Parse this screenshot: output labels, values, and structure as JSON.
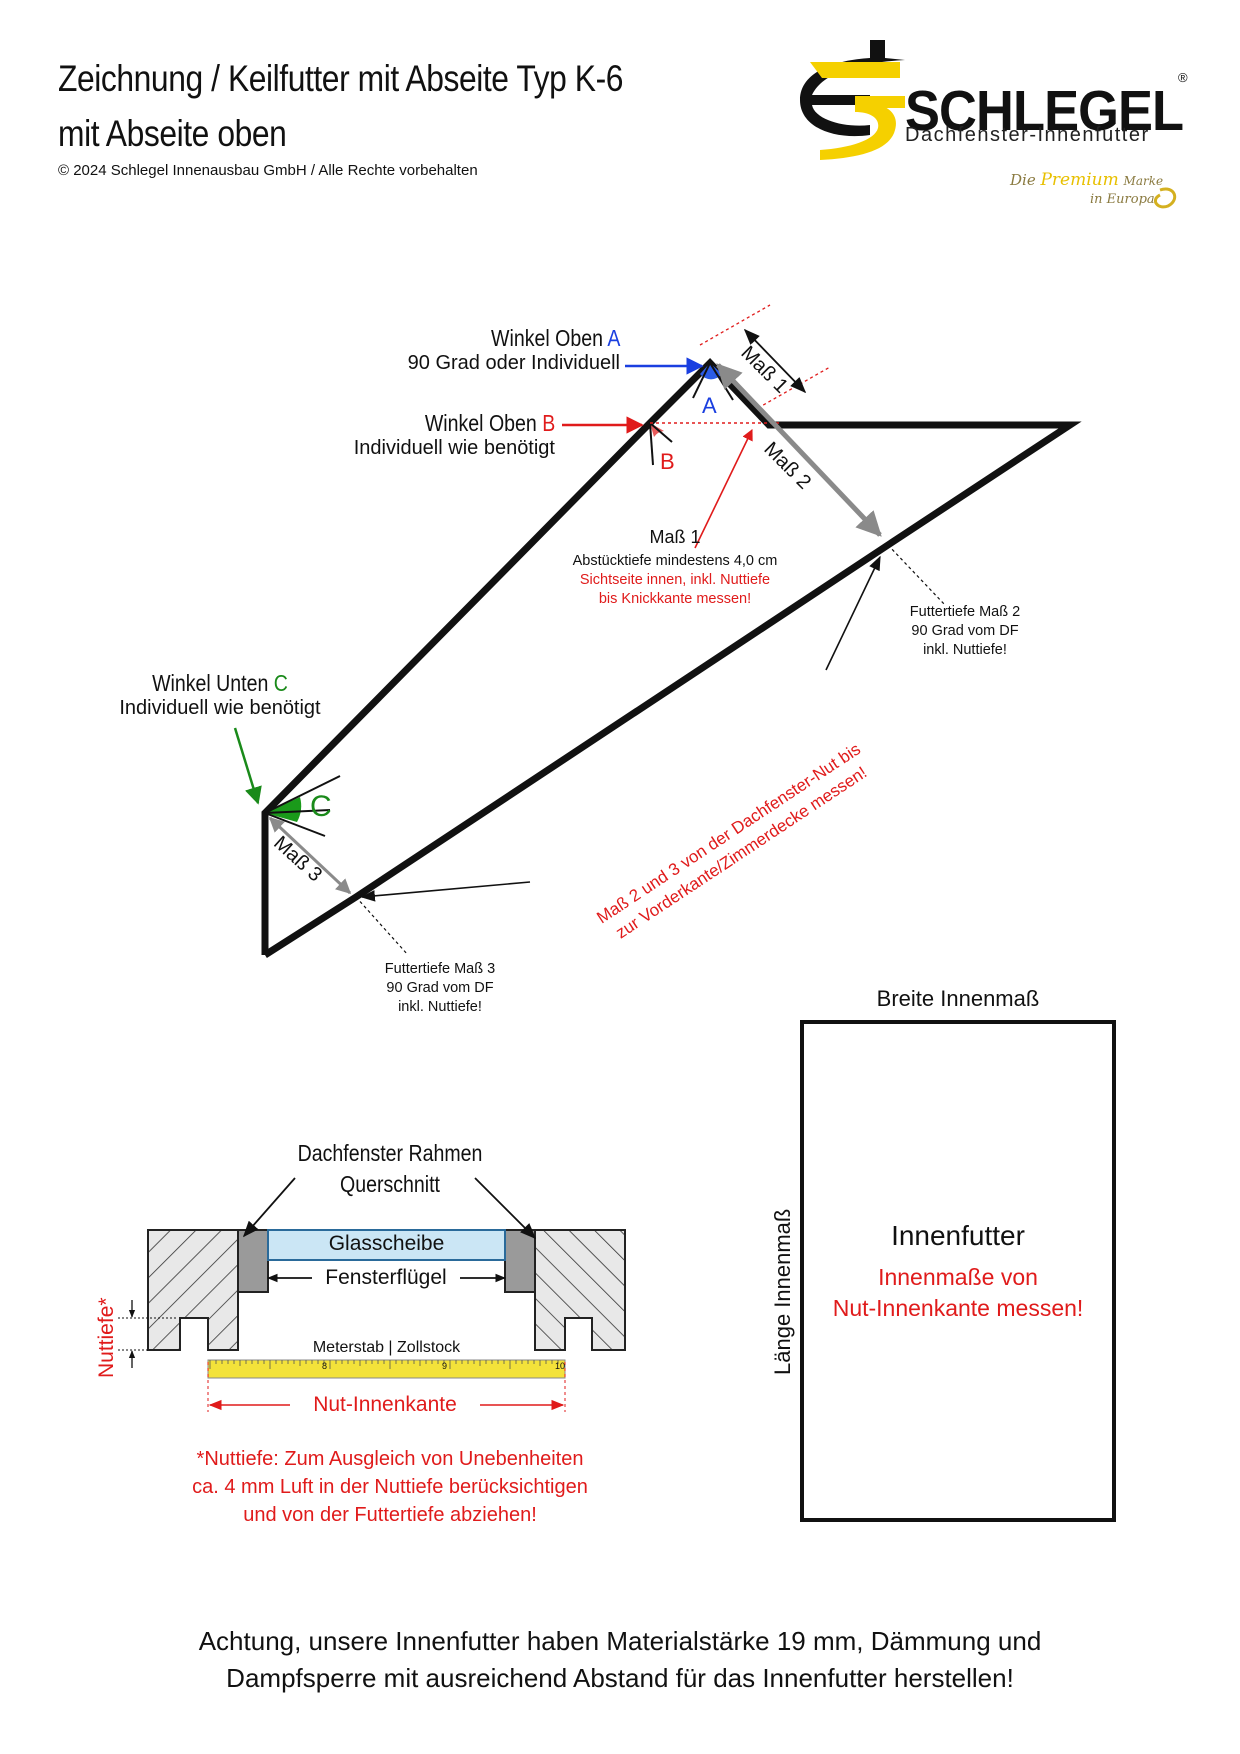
{
  "header": {
    "title_line1": "Zeichnung / Keilfutter mit Abseite Typ K-6",
    "title_line2": "mit Abseite oben",
    "copyright": "© 2024 Schlegel Innenausbau GmbH / Alle Rechte vorbehalten"
  },
  "logo": {
    "name": "SCHLEGEL",
    "registered": "®",
    "subtitle": "Dachfenster-Innenfutter",
    "slogan_prefix": "Die",
    "slogan_highlight": "Premium",
    "slogan_suffix": "Marke",
    "slogan_line2": "in Europa",
    "colors": {
      "yellow": "#f5d000",
      "black": "#111111",
      "gold": "#b39a3c"
    }
  },
  "main_diagram": {
    "winkel_oben_a": {
      "title": "Winkel Oben",
      "letter": "A",
      "text": "90 Grad oder Individuell",
      "color": "#1a3fe0"
    },
    "winkel_oben_b": {
      "title": "Winkel Oben",
      "letter": "B",
      "text": "Individuell wie benötigt",
      "color": "#e01b1b"
    },
    "winkel_unten_c": {
      "title": "Winkel Unten",
      "letter": "C",
      "text": "Individuell wie benötigt",
      "color": "#1a8a1a"
    },
    "mass1_dim": "Maß 1",
    "mass2_dim": "Maß 2",
    "mass3_dim": "Maß 3",
    "mass1_note": {
      "title": "Maß 1",
      "line1": "Abstücktiefe mindestens 4,0 cm",
      "line2": "Sichtseite innen, inkl. Nuttiefe",
      "line3": "bis Knickkante messen!"
    },
    "futtertiefe2": {
      "line1": "Futtertiefe Maß 2",
      "line2": "90 Grad vom DF",
      "line3": "inkl. Nuttiefe!"
    },
    "futtertiefe3": {
      "line1": "Futtertiefe Maß 3",
      "line2": "90 Grad vom DF",
      "line3": "inkl. Nuttiefe!"
    },
    "measure_note_line1": "Maß 2 und 3 von der Dachfenster-Nut bis",
    "measure_note_line2": "zur Vorderkante/Zimmerdecke messen!"
  },
  "cross_section": {
    "title_line1": "Dachfenster Rahmen",
    "title_line2": "Querschnitt",
    "glass": "Glasscheibe",
    "sash": "Fensterflügel",
    "nuttiefe": "Nuttiefe*",
    "ruler_label": "Meterstab | Zollstock",
    "ruler_numbers": [
      "8",
      "9",
      "10"
    ],
    "nut_innenkante": "Nut-Innenkante",
    "note_line1": "*Nuttiefe: Zum Ausgleich von Unebenheiten",
    "note_line2": "ca. 4 mm Luft in der Nuttiefe berücksichtigen",
    "note_line3": "und von der Futtertiefe abziehen!"
  },
  "innenfutter_box": {
    "breite": "Breite Innenmaß",
    "laenge": "Länge Innenmaß",
    "title": "Innenfutter",
    "red_line1": "Innenmaße von",
    "red_line2": "Nut-Innenkante messen!"
  },
  "footer": {
    "line1": "Achtung, unsere Innenfutter haben Materialstärke 19 mm, Dämmung und",
    "line2": "Dampfsperre mit ausreichend Abstand für das Innenfutter herstellen!"
  }
}
